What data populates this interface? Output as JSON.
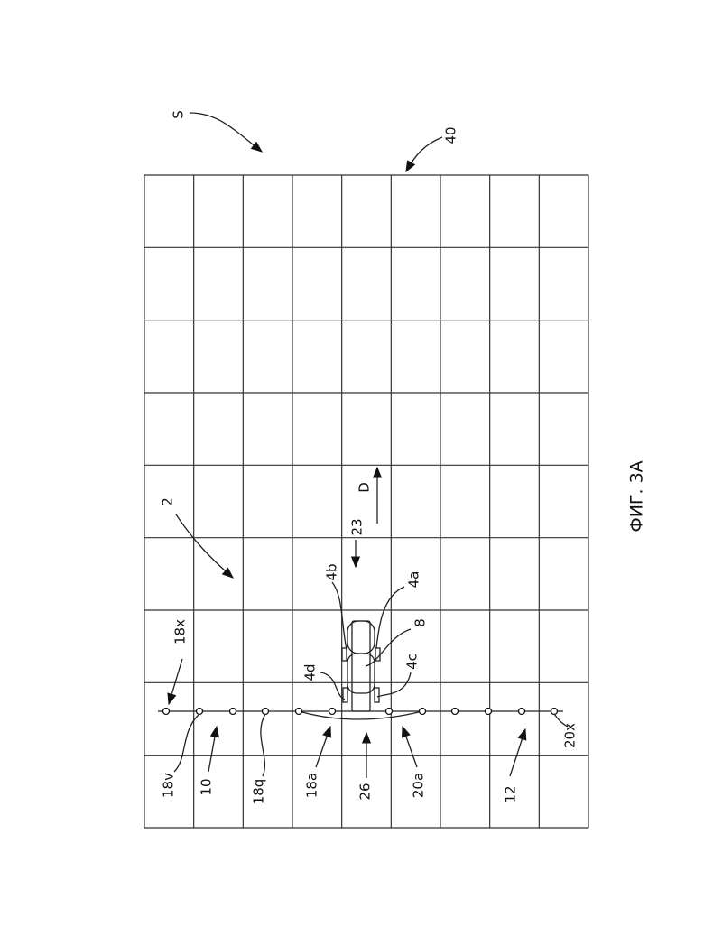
{
  "figure": {
    "caption": "ФИГ. 3А",
    "labels": {
      "S": "S",
      "40": "40",
      "2": "2",
      "23": "23",
      "D": "D",
      "4a": "4a",
      "4b": "4b",
      "4c": "4c",
      "4d": "4d",
      "8": "8",
      "18x": "18x",
      "18v": "18v",
      "10": "10",
      "18q": "18q",
      "18a": "18a",
      "26": "26",
      "20a": "20a",
      "12": "12",
      "20x": "20x"
    },
    "grid": {
      "columns": 9,
      "rows": 9
    },
    "nozzle_count": 12
  }
}
